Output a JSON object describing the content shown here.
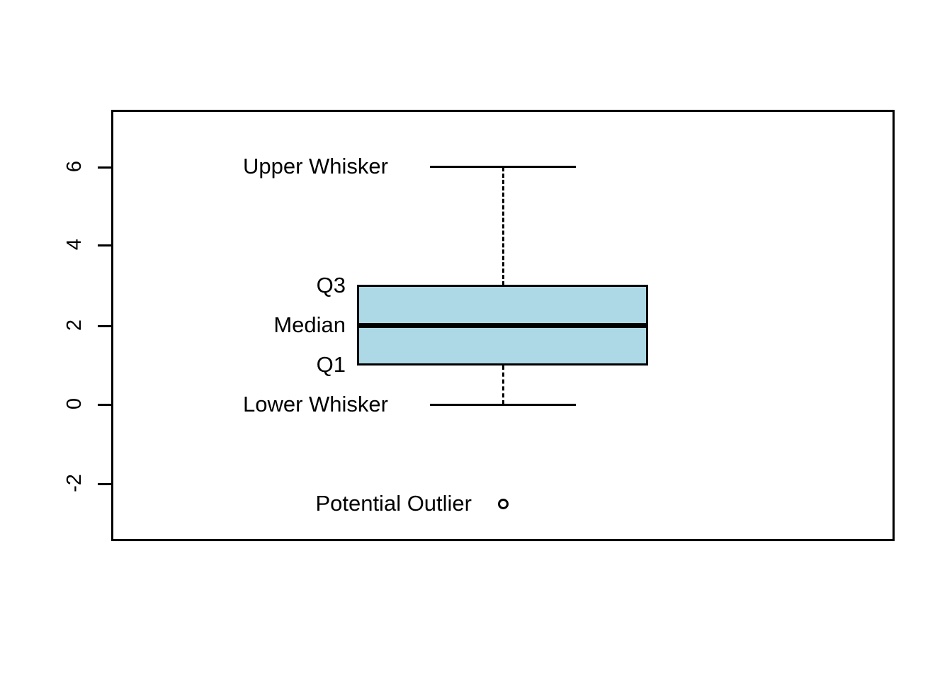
{
  "chart_data": {
    "type": "box",
    "title": "",
    "xlabel": "",
    "ylabel": "",
    "grid": false,
    "legend": "none",
    "ylim": [
      -3.3,
      7.4
    ],
    "yticks": [
      6,
      4,
      2,
      0,
      -2
    ],
    "ytick_labels": [
      "6",
      "4",
      "2",
      "0",
      "-2"
    ],
    "series": [
      {
        "name": "boxplot",
        "q1": 1,
        "median": 2,
        "q3": 3,
        "lower_whisker": 0,
        "upper_whisker": 6,
        "outliers": [
          -2.55
        ],
        "box_fill": "#add8e6",
        "box_border": "#000000",
        "median_color": "#000000"
      }
    ],
    "annotations": [
      {
        "label": "Upper Whisker",
        "value": 6
      },
      {
        "label": "Q3",
        "value": 3
      },
      {
        "label": "Median",
        "value": 2
      },
      {
        "label": "Q1",
        "value": 1
      },
      {
        "label": "Lower Whisker",
        "value": 0
      },
      {
        "label": "Potential Outlier",
        "value": -2.55
      }
    ]
  },
  "axis": {
    "ticks": [
      {
        "label": "6",
        "y": 235
      },
      {
        "label": "4",
        "y": 345
      },
      {
        "label": "2",
        "y": 459
      },
      {
        "label": "0",
        "y": 570
      },
      {
        "label": "-2",
        "y": 682
      }
    ]
  },
  "annotations": {
    "upper_whisker": "Upper Whisker",
    "q3": "Q3",
    "median": "Median",
    "q1": "Q1",
    "lower_whisker": "Lower Whisker",
    "potential_outlier": "Potential Outlier"
  },
  "colors": {
    "box_fill": "#add8e6",
    "stroke": "#000000",
    "background": "#ffffff"
  }
}
